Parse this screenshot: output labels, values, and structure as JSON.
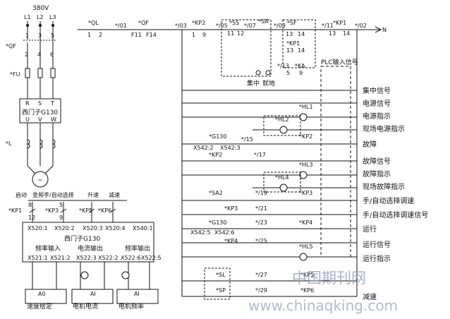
{
  "power": {
    "voltage": "380V",
    "phases": [
      "L1",
      "L2",
      "L3"
    ]
  },
  "left": {
    "qf": "*QF",
    "fu": "*FU",
    "l": "*L",
    "pins_top": [
      "1",
      "3",
      "5"
    ],
    "pins_bot": [
      "2",
      "4",
      "6"
    ],
    "motor_symbol": "~",
    "inverter": {
      "terms_in": [
        "R",
        "S",
        "T"
      ],
      "model": "西门子G130",
      "terms_out": [
        "U",
        "V",
        "W"
      ]
    }
  },
  "io_labels": [
    "启动",
    "变频手/自动选择",
    "升速",
    "减速"
  ],
  "contacts_left": {
    "kp1": "*KP1",
    "kp3": "*KP3",
    "kp5": "*KP5",
    "kp6": "*KP6",
    "n8": "8",
    "n12": "12",
    "n5": "5",
    "n9": "9"
  },
  "g130_box": {
    "top_terms": [
      "X520:1",
      "X520:2",
      "X520:3",
      "X520:4",
      "X540:1"
    ],
    "title": "西门子G130",
    "sec1": "频率输入",
    "sec2": "电流输出",
    "sec3": "频率输出",
    "bot_terms": [
      "X521:1",
      "X521:2",
      "X522:3",
      "X522:2",
      "X522:6",
      "X522:5"
    ]
  },
  "meters": {
    "ao": "A0",
    "ai1": "AI",
    "ai2": "AI",
    "labels": [
      "速度给定",
      "电机电流",
      "电机频率"
    ]
  },
  "top_line": {
    "ql": "*QL",
    "n1": "1",
    "n2": "2",
    "w01": "*/01",
    "qf": "*QF",
    "f11": "F11",
    "f14": "F14",
    "w03": "*/03",
    "kp2": "*KP2",
    "k1": "1",
    "k9": "9",
    "w05": "*/05",
    "ss": "*SS",
    "s11": "11",
    "s12": "12",
    "w07": "*/07",
    "sa": "*SA",
    "w09": "*/09",
    "sf": "*SF",
    "w11": "*/11",
    "kp1": "*KP1",
    "w02": "*/02",
    "n": "N",
    "c13": "13",
    "c14": "14",
    "kp1b": "*KP1",
    "k13": "13",
    "k14": "14",
    "ka": "*KA",
    "w13": "*/13",
    "ka5": "5",
    "ka9": "9",
    "k13b": "13",
    "k14b": "14",
    "k13c": "13",
    "k14c": "14",
    "jz": "集中",
    "jd": "就地"
  },
  "plc_title": "PLC输入信号",
  "right_labels": [
    "集中信号",
    "电源信号",
    "电源指示",
    "现场电源指示",
    "故障",
    "故障信号",
    "故障指示",
    "现场故障指示",
    "手/自动选择调速",
    "手/自动选择调速信号",
    "运行",
    "运行信号",
    "运行指示",
    "减速"
  ],
  "ladder": {
    "hl1": "*HL1",
    "hl2": "*HL2",
    "hl3": "*HL3",
    "hl4": "*HL4",
    "hl5": "*HL5",
    "g130a": "*G130",
    "x542a": "X542:2",
    "x542b": "X542:3",
    "w15": "*/15",
    "kp2a": "*KP2",
    "kp2b": "*KP2",
    "w17": "*/17",
    "sa2": "*SA2",
    "w19": "*/19",
    "kp3a": "*KP3",
    "kp3b": "*KP3",
    "w21": "*/21",
    "g130b": "*G130",
    "w23": "*/23",
    "kp4a": "*KP4",
    "x542c": "X542:5",
    "x542d": "X542:6",
    "kp4b": "*KP4",
    "w25": "*/25",
    "sl": "*SL",
    "w27": "*/27",
    "kp5": "*KP5",
    "sp": "*SP",
    "w29": "*/29",
    "kp6": "*KP6",
    "p1": "1",
    "p2": "2",
    "p8": "8",
    "p12": "12",
    "p13": "13",
    "p14": "14"
  },
  "watermark": {
    "cn": "中国期刊网",
    "url": "www.chinaqking.com"
  }
}
